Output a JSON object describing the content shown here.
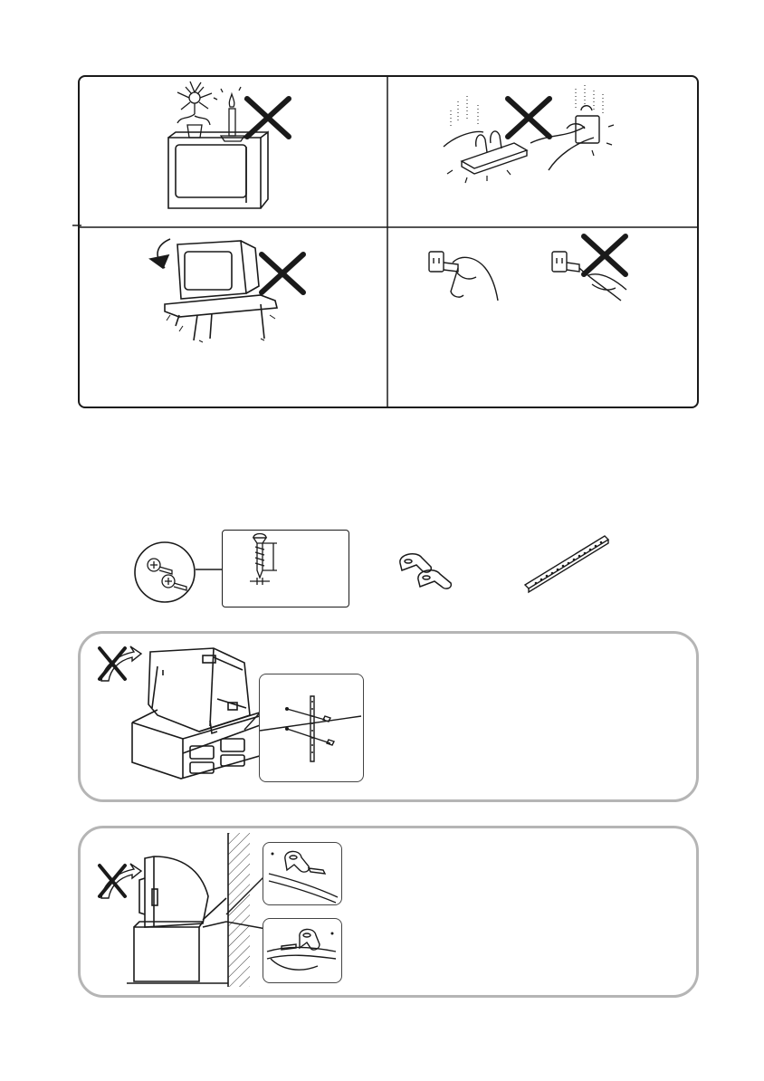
{
  "page": {
    "precautions": {
      "cells": [
        {
          "id": "no-objects-on-tv",
          "prohibited": true
        },
        {
          "id": "no-overloaded-outlets",
          "prohibited": true
        },
        {
          "id": "no-unstable-stand",
          "prohibited": true
        },
        {
          "id": "unplug-by-plug-not-cord",
          "prohibited_right": true
        }
      ]
    },
    "parts": {
      "screw_mark_icon": "cross-icon",
      "items": [
        "screws",
        "cord-clamps",
        "support-belt"
      ]
    },
    "install_1": {
      "prohibited_tilt": true
    },
    "install_2": {
      "prohibited_tilt": true
    },
    "colors": {
      "line": "#1a1a1a",
      "frame": "#b5b5b5",
      "hatch": "#333333"
    }
  }
}
